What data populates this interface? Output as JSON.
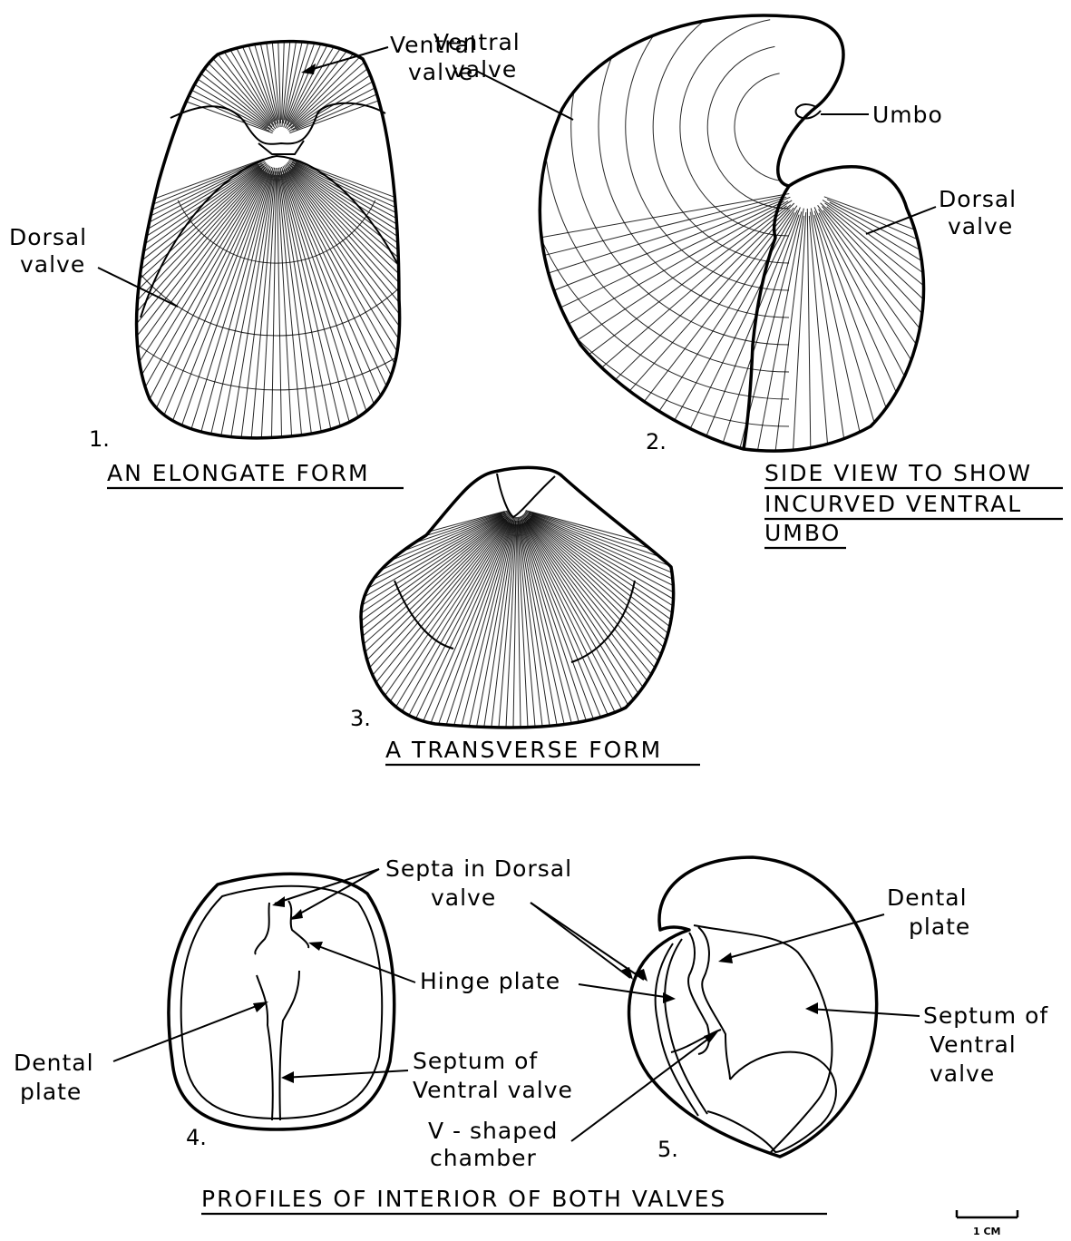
{
  "figures": {
    "fig1": {
      "number": "1.",
      "caption": "AN ELONGATE FORM",
      "labels": {
        "ventral": [
          "Ventral",
          "valve"
        ],
        "dorsal": [
          "Dorsal",
          "valve"
        ]
      }
    },
    "fig2": {
      "number": "2.",
      "caption": [
        "SIDE VIEW TO SHOW",
        "INCURVED VENTRAL",
        "UMBO"
      ],
      "labels": {
        "ventral": [
          "Ventral",
          "valve"
        ],
        "umbo": "Umbo",
        "dorsal": [
          "Dorsal",
          "valve"
        ]
      }
    },
    "fig3": {
      "number": "3.",
      "caption": "A TRANSVERSE FORM"
    },
    "fig4": {
      "number": "4.",
      "labels": {
        "septa": [
          "Septa in Dorsal",
          "valve"
        ],
        "hinge": "Hinge plate",
        "dental": [
          "Dental",
          "plate"
        ],
        "septum": [
          "Septum of",
          "Ventral valve"
        ]
      }
    },
    "fig5": {
      "number": "5.",
      "labels": {
        "dental": [
          "Dental",
          "plate"
        ],
        "septum": [
          "Septum of",
          "Ventral",
          "valve"
        ],
        "vshaped": [
          "V - shaped",
          "chamber"
        ]
      }
    }
  },
  "bottom_caption": "PROFILES OF INTERIOR OF BOTH VALVES",
  "scale_bar": "1 CM"
}
